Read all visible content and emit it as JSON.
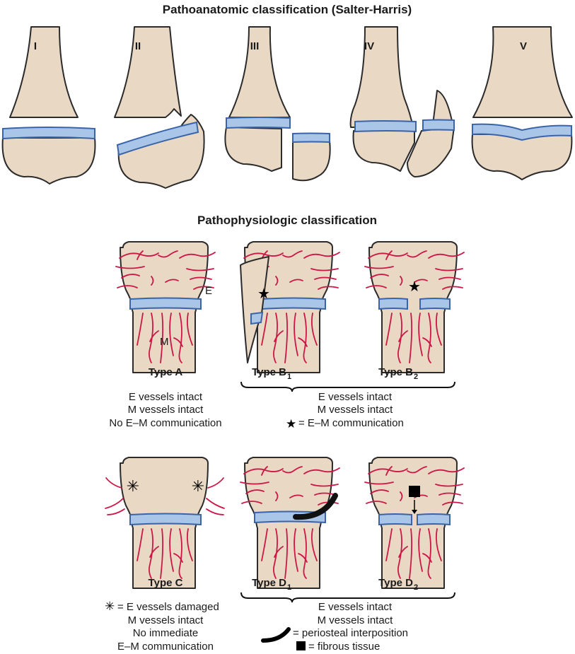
{
  "title_top": "Pathoanatomic classification (Salter-Harris)",
  "salter_harris": [
    "I",
    "II",
    "III",
    "IV",
    "V"
  ],
  "title_bottom": "Pathophysiologic classification",
  "labels": {
    "e": "E",
    "m": "M"
  },
  "types": {
    "a": "Type A",
    "b1": {
      "main": "Type B",
      "sub": "1"
    },
    "b2": {
      "main": "Type B",
      "sub": "2"
    },
    "c": "Type C",
    "d1": {
      "main": "Type D",
      "sub": "1"
    },
    "d2": {
      "main": "Type D",
      "sub": "2"
    }
  },
  "descriptions": {
    "a": [
      "E vessels intact",
      "M vessels intact",
      "No E–M communication"
    ],
    "b": [
      "E vessels intact",
      "M vessels intact",
      "= E–M communication"
    ],
    "c": [
      "= E vessels damaged",
      "M vessels intact",
      "No immediate",
      "E–M communication"
    ],
    "d": [
      "E vessels intact",
      "M vessels intact",
      "= periosteal interposition",
      "= fibrous tissue"
    ]
  },
  "colors": {
    "bone": "#e9d8c4",
    "physis": "#a9c5e8",
    "physis_line": "#3a64a8",
    "vessel": "#cc1746"
  },
  "icons": {
    "star": "star-icon",
    "asterisk": "asterisk-icon",
    "square": "square-icon",
    "arc": "periosteum-arc-icon"
  }
}
